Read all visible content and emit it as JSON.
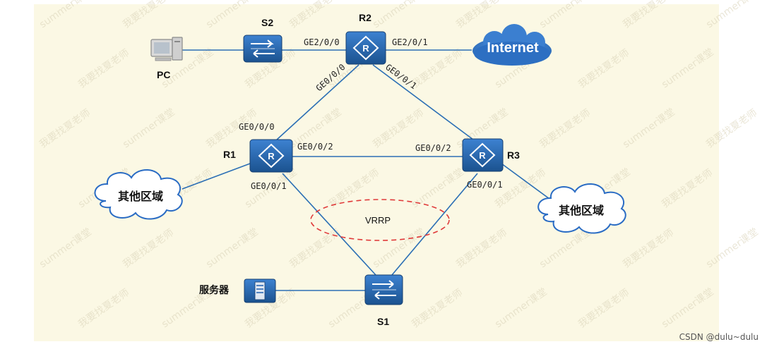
{
  "colors": {
    "background": "#fbf8e4",
    "device_blue": "#1f5fae",
    "device_blue_dark": "#154a8a",
    "link_line": "#2c6fb5",
    "vrrp_ellipse": "#e03a3a",
    "cloud": "#2a6cc4"
  },
  "devices": {
    "r2": {
      "label": "R2",
      "icon": "router-icon"
    },
    "r1": {
      "label": "R1",
      "icon": "router-icon"
    },
    "r3": {
      "label": "R3",
      "icon": "router-icon"
    },
    "s2": {
      "label": "S2",
      "icon": "switch-icon"
    },
    "s1": {
      "label": "S1",
      "icon": "switch-icon"
    },
    "pc": {
      "label": "PC",
      "icon": "pc-icon"
    },
    "server": {
      "label": "服务器",
      "icon": "server-icon"
    }
  },
  "clouds": {
    "internet": "Internet",
    "other_left": "其他区域",
    "other_right": "其他区域"
  },
  "interfaces": {
    "r2_s2": "GE2/0/0",
    "r2_inet": "GE2/0/1",
    "r2_r1": "GE0/0/0",
    "r2_r3": "GE0/0/1",
    "r1_r2": "GE0/0/0",
    "r1_r3": "GE0/0/2",
    "r3_r1": "GE0/0/2",
    "r1_s1": "GE0/0/1",
    "r3_s1": "GE0/0/1"
  },
  "vrrp_label": "VRRP",
  "watermark": [
    "summer课堂",
    "我要找夏老师"
  ],
  "credit": "CSDN @dulu~dulu"
}
